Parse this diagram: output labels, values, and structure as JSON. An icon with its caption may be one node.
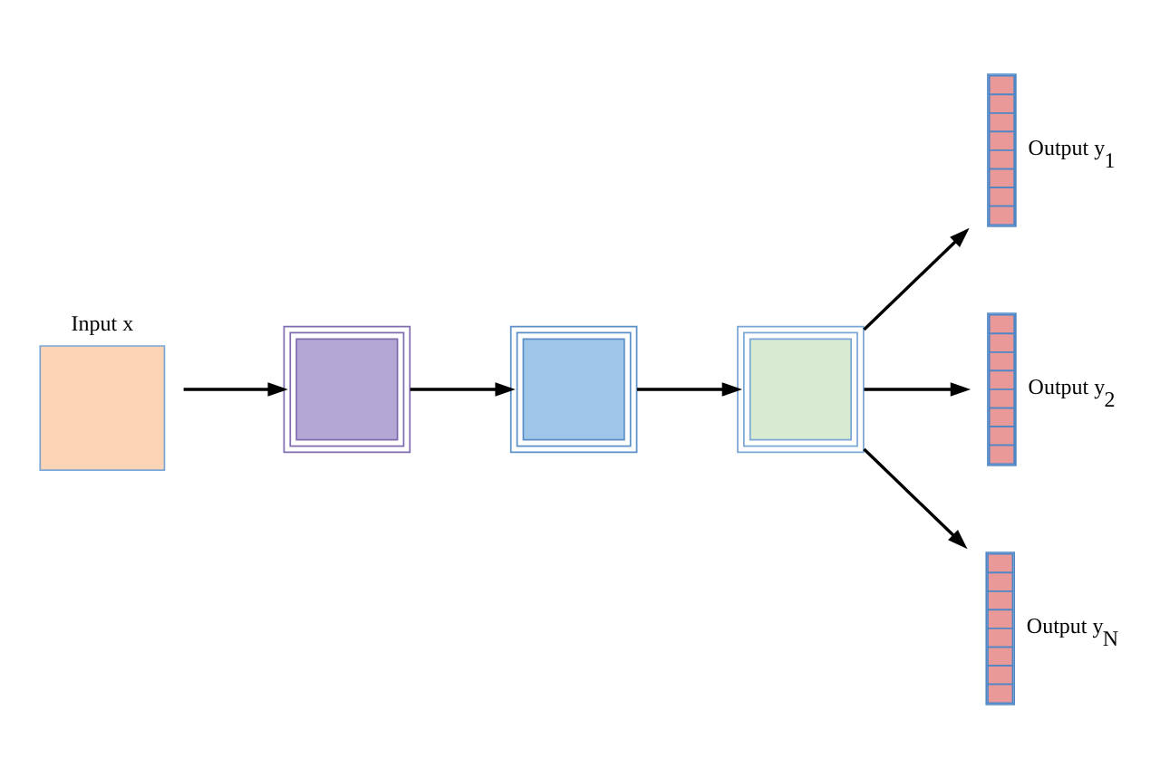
{
  "diagram": {
    "nodes": [
      {
        "text": [
          "Input x"
        ]
      },
      {
        "text": [],
        "shape": "box"
      },
      {
        "text": [],
        "shape": "box"
      },
      {
        "text": [],
        "shape": "box"
      },
      {
        "text": [
          "Output y$_{1}$"
        ]
      },
      {
        "text": [
          "Output y$_{2}$"
        ]
      },
      {
        "text": [
          "Output y$_{N}$"
        ]
      }
    ],
    "edges": [
      {
        "from": 0,
        "to": 1,
        "arrow": "to"
      },
      {
        "from": 1,
        "to": 2,
        "arrow": "to"
      },
      {
        "from": 2,
        "to": 3,
        "arrow": "to"
      },
      {
        "from": 3,
        "to": 4,
        "arrow": "to"
      },
      {
        "from": 3,
        "to": 5,
        "arrow": "to"
      },
      {
        "from": 3,
        "to": 6,
        "arrow": "to"
      }
    ]
  }
}
